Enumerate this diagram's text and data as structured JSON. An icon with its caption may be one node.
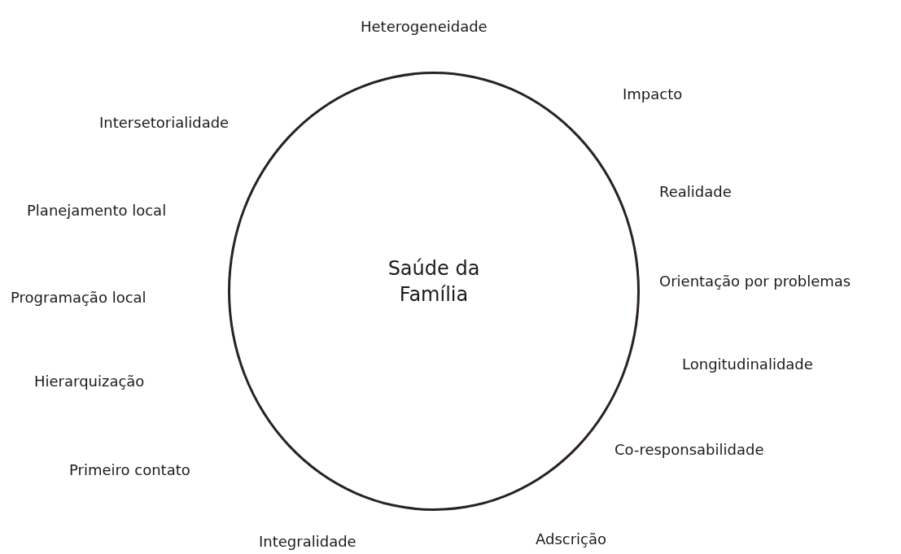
{
  "diagram": {
    "nodes": [
      {
        "text": [
          "Saúde da Família"
        ]
      }
    ],
    "labels": [
      "Heterogeneidade",
      "Impacto",
      "Intersetorialidade",
      "Realidade",
      "Planejamento local",
      "Orientação por problemas",
      "Programação local",
      "Longitudinalidade",
      "Hierarquização",
      "Co-responsabilidade",
      "Primeiro contato",
      "Integralidade",
      "Adscrição"
    ]
  }
}
